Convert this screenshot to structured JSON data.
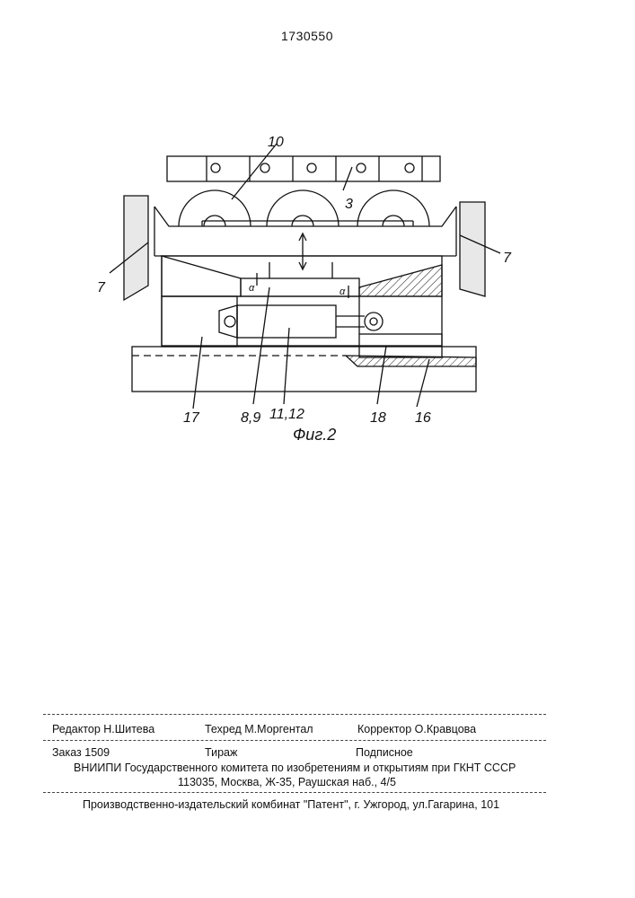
{
  "patent_number": "1730550",
  "figure": {
    "caption": "Фиг.2",
    "labels": {
      "l10": "10",
      "l3": "3",
      "l7_left": "7",
      "l7_right": "7",
      "l17": "17",
      "l89": "8,9",
      "l1112": "11,12",
      "l18": "18",
      "l16": "16",
      "alpha": "α"
    }
  },
  "footer": {
    "editor": "Редактор Н.Шитева",
    "techred": "Техред М.Моргентал",
    "corrector": "Корректор  О.Кравцова",
    "order": "Заказ  1509",
    "circulation": "Тираж",
    "subscription": "Подписное",
    "org_line1": "ВНИИПИ Государственного комитета по изобретениям и открытиям при ГКНТ СССР",
    "org_line2": "113035, Москва, Ж-35, Раушская наб., 4/5",
    "publisher": "Производственно-издательский комбинат \"Патент\", г. Ужгород, ул.Гагарина, 101"
  }
}
